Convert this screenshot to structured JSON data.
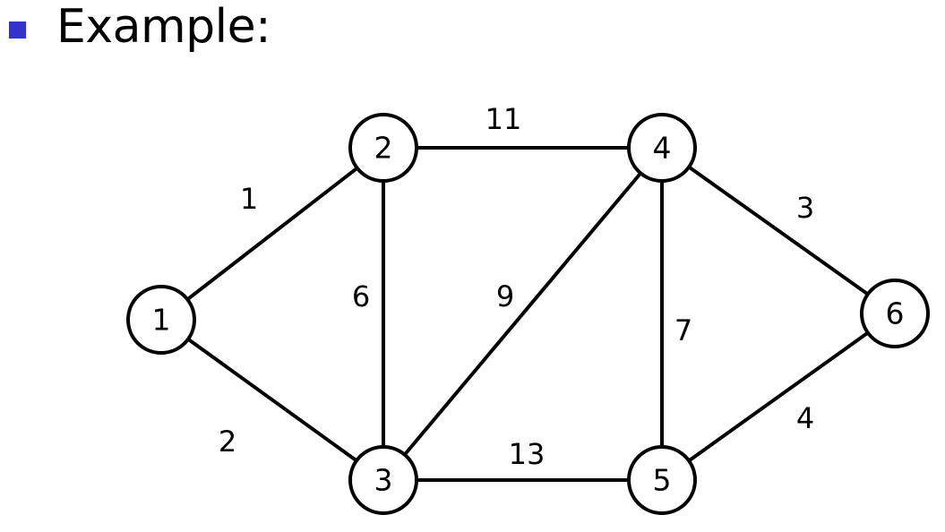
{
  "heading": "Example:",
  "colors": {
    "bullet": "#3333cc",
    "stroke": "#000000",
    "node_fill": "#ffffff"
  },
  "graph": {
    "nodes": [
      {
        "id": "1",
        "label": "1"
      },
      {
        "id": "2",
        "label": "2"
      },
      {
        "id": "3",
        "label": "3"
      },
      {
        "id": "4",
        "label": "4"
      },
      {
        "id": "5",
        "label": "5"
      },
      {
        "id": "6",
        "label": "6"
      }
    ],
    "edges": [
      {
        "from": "1",
        "to": "2",
        "weight": "1"
      },
      {
        "from": "1",
        "to": "3",
        "weight": "2"
      },
      {
        "from": "2",
        "to": "3",
        "weight": "6"
      },
      {
        "from": "2",
        "to": "4",
        "weight": "11"
      },
      {
        "from": "3",
        "to": "4",
        "weight": "9"
      },
      {
        "from": "3",
        "to": "5",
        "weight": "13"
      },
      {
        "from": "4",
        "to": "5",
        "weight": "7"
      },
      {
        "from": "4",
        "to": "6",
        "weight": "3"
      },
      {
        "from": "5",
        "to": "6",
        "weight": "4"
      }
    ]
  }
}
